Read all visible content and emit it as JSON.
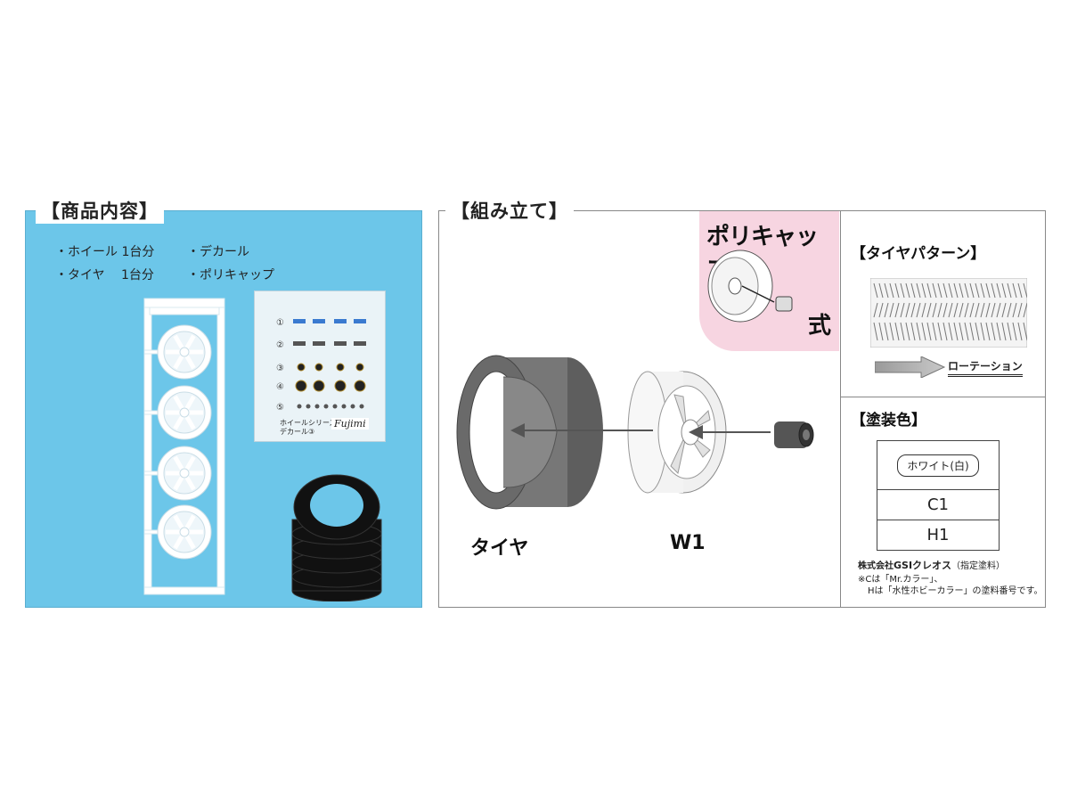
{
  "contents": {
    "title": "【商品内容】",
    "items": [
      "・ホイール 1台分",
      "・デカール",
      "・タイヤ　 1台分",
      "・ポリキャップ"
    ],
    "decal": {
      "row_numbers": [
        "①",
        "②",
        "③",
        "④",
        "⑤"
      ],
      "caption_line1": "ホイールシリーズ",
      "caption_line2": "デカール③",
      "logo": "Fujimi"
    }
  },
  "assembly": {
    "title": "【組み立て】",
    "tire_label": "タイヤ",
    "wheel_label": "W1",
    "polycap": {
      "label_line1": "ポリキャップ",
      "label_line2": "式"
    }
  },
  "tire_pattern": {
    "title": "【タイヤパターン】",
    "rotation_label": "ローテーション"
  },
  "paint": {
    "title": "【塗装色】",
    "color_name": "ホワイト(白)",
    "code_c": "C1",
    "code_h": "H1",
    "maker": "株式会社",
    "maker_brand": "GSIクレオス",
    "maker_suffix": "（指定塗料）",
    "note_line1": "※Cは「Mr.カラー」、",
    "note_line2": "Hは「水性ホビーカラー」の塗料番号です。"
  },
  "colors": {
    "panel_blue": "#6cc6e9",
    "polycap_pink": "#f7d5e1",
    "tire_gray": "#666666"
  }
}
